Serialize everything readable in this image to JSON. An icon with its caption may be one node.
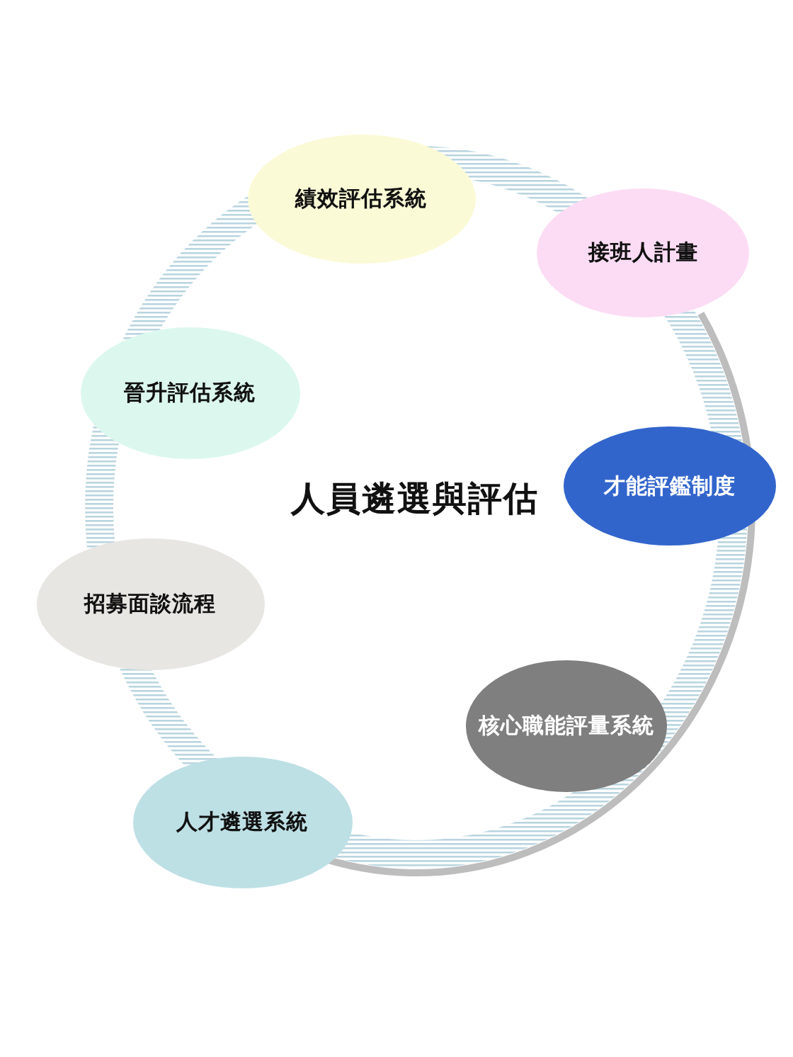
{
  "diagram": {
    "nodes": [
      {
        "text": [
          "績效評估系統"
        ]
      },
      {
        "text": [
          "接班人計畫"
        ]
      },
      {
        "text": [
          "晉升評估系統"
        ]
      },
      {
        "text": [
          "才能評鑑制度"
        ]
      },
      {
        "text": [
          "招募面談流程"
        ]
      },
      {
        "text": [
          "核心職能評量系統"
        ]
      },
      {
        "text": [
          "人才遴選系統"
        ]
      }
    ],
    "labels": [
      "人員遴選與評估"
    ]
  }
}
